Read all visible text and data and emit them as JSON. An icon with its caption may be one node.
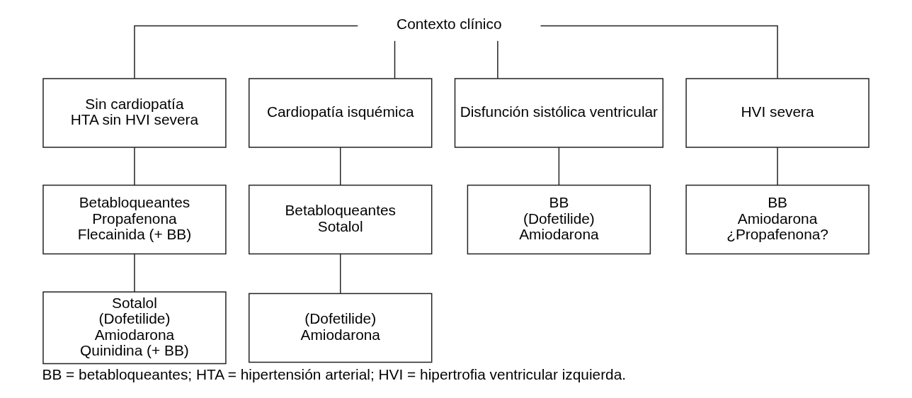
{
  "diagram": {
    "caption": "BB = betabloqueantes; HTA = hipertensión arterial; HVI = hipertrofia ventricular izquierda.",
    "nodes": [
      {
        "text": [
          "Contexto clínico"
        ]
      },
      {
        "text": [
          "Sin cardiopatía",
          "HTA sin HVI severa"
        ]
      },
      {
        "text": [
          "Cardiopatía isquémica"
        ]
      },
      {
        "text": [
          "Disfunción sistólica ventricular"
        ]
      },
      {
        "text": [
          "HVI severa"
        ]
      },
      {
        "text": [
          "Betabloqueantes",
          "Propafenona",
          "Flecainida (+ BB)"
        ]
      },
      {
        "text": [
          "Betabloqueantes",
          "Sotalol"
        ]
      },
      {
        "text": [
          "BB",
          "(Dofetilide)",
          "Amiodarona"
        ]
      },
      {
        "text": [
          "BB",
          "Amiodarona",
          "¿Propafenona?"
        ]
      },
      {
        "text": [
          "Sotalol",
          "(Dofetilide)",
          "Amiodarona",
          "Quinidina (+ BB)"
        ]
      },
      {
        "text": [
          "(Dofetilide)",
          "Amiodarona"
        ]
      }
    ],
    "edges": [
      {
        "from": 0,
        "to": 1,
        "arrow": "none"
      },
      {
        "from": 0,
        "to": 2,
        "arrow": "none"
      },
      {
        "from": 0,
        "to": 3,
        "arrow": "none"
      },
      {
        "from": 0,
        "to": 4,
        "arrow": "none"
      },
      {
        "from": 1,
        "to": 5,
        "arrow": "none"
      },
      {
        "from": 2,
        "to": 6,
        "arrow": "none"
      },
      {
        "from": 3,
        "to": 7,
        "arrow": "none"
      },
      {
        "from": 4,
        "to": 8,
        "arrow": "none"
      },
      {
        "from": 5,
        "to": 9,
        "arrow": "none"
      },
      {
        "from": 6,
        "to": 10,
        "arrow": "none"
      }
    ]
  }
}
